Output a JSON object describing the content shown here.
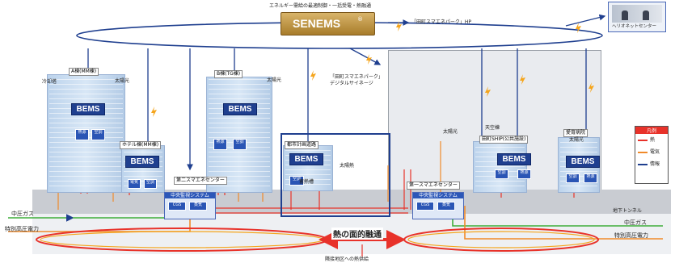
{
  "header": {
    "top_caption": "エネルギー需給の最適制御・一括受電・熱融通",
    "senems_label": "SENEMS",
    "senems_reg": "®",
    "homepage_label": "「田町スマエネパーク」HP",
    "remote_label": "ヘリオネットセンター",
    "signage_label_1": "「田町スマエネパーク」",
    "signage_label_2": "デジタルサイネージ"
  },
  "buildings": {
    "a_label": "A棟(MM棟)",
    "b_label": "B棟(TG棟)",
    "hotel_label": "ホテル棟(MM棟)",
    "station_label": "第二スマエネセンター",
    "aiiku_label": "愛育病院",
    "kyodo_label": "田町SHIP(公共施設)",
    "toshi_label": "都市計画道路",
    "tenjo_label": "天空棟"
  },
  "small_labels": {
    "rikyaku": "冷却塔",
    "taiyo_a": "太陽光",
    "taiyo_b": "太陽光",
    "taiyo_c": "太陽光",
    "taiyo_d": "太陽光",
    "netsu": "熱源",
    "kucho": "空調",
    "denki": "電気",
    "kyuyu": "給湯",
    "kucho2": "空調",
    "kucho3": "空調",
    "storage": "蓄熱槽",
    "solar_heat": "太陽熱",
    "tunnel": "地下トンネル"
  },
  "bems_label": "BEMS",
  "center": {
    "title": "中央監視システム",
    "cgs": "CGS",
    "boiler": "蒸気",
    "title2": "中央監視システム",
    "cgs2": "CGS",
    "boiler2": "蒸気",
    "station2": "第一スマエネセンター"
  },
  "legend": {
    "heading": "凡例",
    "items": [
      "熱",
      "電気",
      "情報"
    ]
  },
  "bottom": {
    "gas_left": "中圧ガス",
    "power_left": "特別高圧電力",
    "gas_right": "中圧ガス",
    "power_right": "特別高圧電力",
    "center_label": "熱の面的融通",
    "footnote": "隣接地区への熱供給"
  },
  "colors": {
    "heat": "#e8322a",
    "power": "#f08a2a",
    "gas": "#3fae3a",
    "info": "#1f3f8f",
    "lightning": "#f5a51c"
  }
}
